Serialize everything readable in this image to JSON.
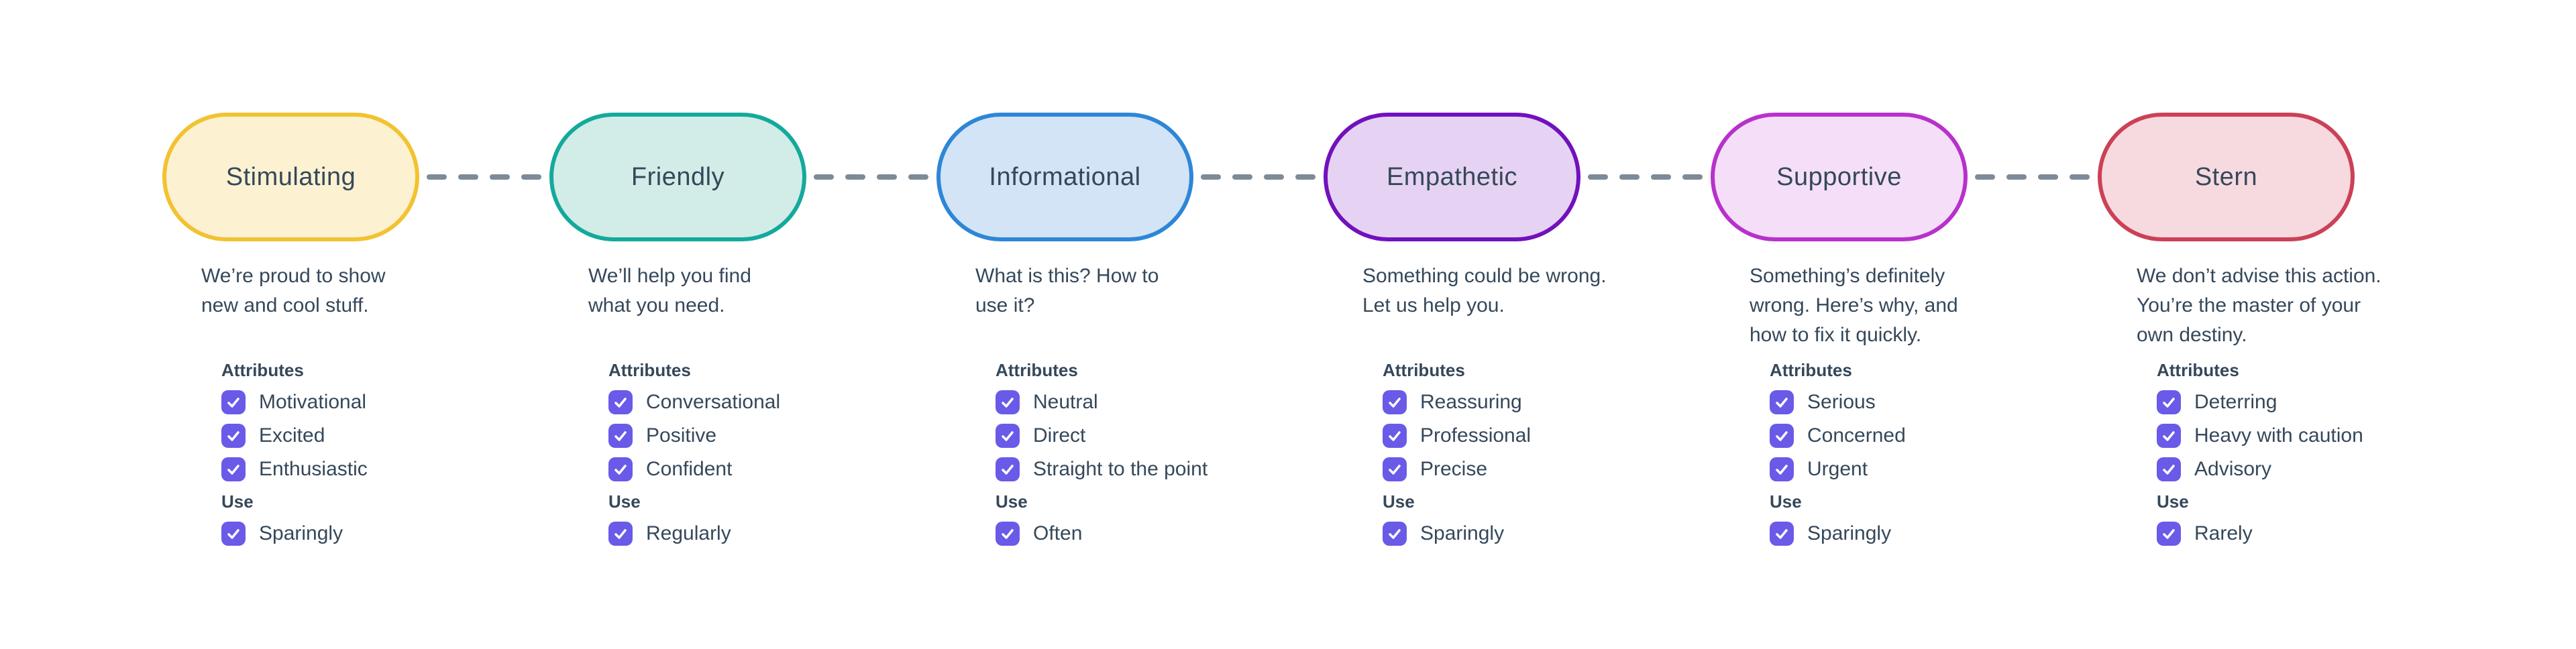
{
  "theme": {
    "background": "#ffffff",
    "text_color": "#35485a",
    "checkbox_color": "#6a5ae8",
    "checkmark_color": "#ffffff",
    "connector_color": "#7d8a98"
  },
  "columns": [
    {
      "title": "Stimulating",
      "pill_fill": "#fcf2d2",
      "pill_border": "#f2c230",
      "description": "We’re proud to show\nnew and cool stuff.",
      "attributes_label": "Attributes",
      "attributes": [
        "Motivational",
        "Excited",
        "Enthusiastic"
      ],
      "use_label": "Use",
      "use": "Sparingly"
    },
    {
      "title": "Friendly",
      "pill_fill": "#d2ece8",
      "pill_border": "#14a99c",
      "description": "We’ll help you find\nwhat you need.",
      "attributes_label": "Attributes",
      "attributes": [
        "Conversational",
        "Positive",
        "Confident"
      ],
      "use_label": "Use",
      "use": "Regularly"
    },
    {
      "title": "Informational",
      "pill_fill": "#d2e4f6",
      "pill_border": "#2e86d7",
      "description": "What is this? How to\nuse it?",
      "attributes_label": "Attributes",
      "attributes": [
        "Neutral",
        "Direct",
        "Straight to the point"
      ],
      "use_label": "Use",
      "use": "Often"
    },
    {
      "title": "Empathetic",
      "pill_fill": "#e6d3f4",
      "pill_border": "#7111bc",
      "description": "Something could be wrong.\nLet us help you.",
      "attributes_label": "Attributes",
      "attributes": [
        "Reassuring",
        "Professional",
        "Precise"
      ],
      "use_label": "Use",
      "use": "Sparingly"
    },
    {
      "title": "Supportive",
      "pill_fill": "#f5dff8",
      "pill_border": "#b831cc",
      "description": "Something’s definitely\nwrong. Here’s why, and\nhow to fix it quickly.",
      "attributes_label": "Attributes",
      "attributes": [
        "Serious",
        "Concerned",
        "Urgent"
      ],
      "use_label": "Use",
      "use": "Sparingly"
    },
    {
      "title": "Stern",
      "pill_fill": "#f7dadf",
      "pill_border": "#cb4156",
      "description": "We don’t advise this action.\nYou’re the master of your\nown destiny.",
      "attributes_label": "Attributes",
      "attributes": [
        "Deterring",
        "Heavy with caution",
        "Advisory"
      ],
      "use_label": "Use",
      "use": "Rarely"
    }
  ]
}
